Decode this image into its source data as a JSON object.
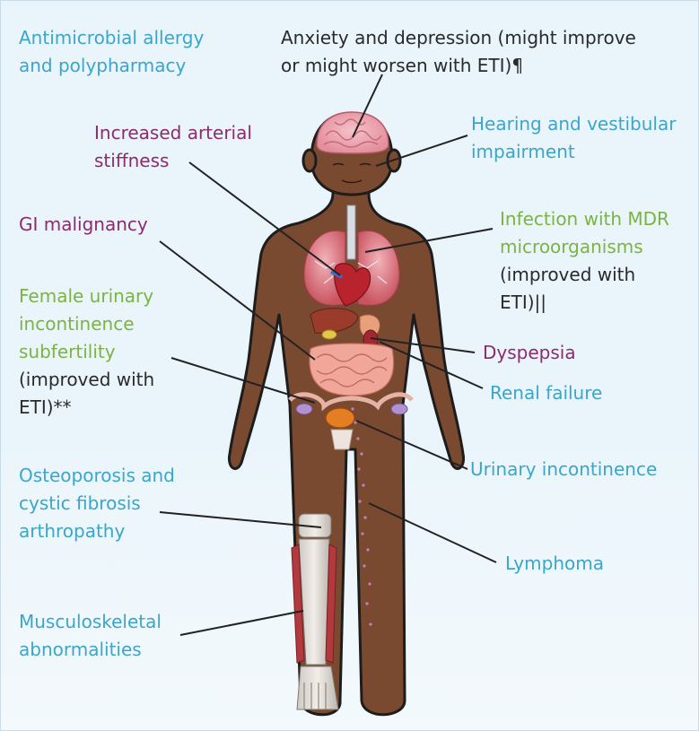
{
  "colors": {
    "blue_label": "#3aa6c9",
    "purple_label": "#8e2a6f",
    "green_label": "#7cb342",
    "black_label": "#2a2a2a",
    "background": "#e9f4fb",
    "skin": "#7a4a30"
  },
  "labels": {
    "antimicrobial": [
      "Antimicrobial allergy",
      "and polypharmacy"
    ],
    "anxiety": [
      "Anxiety and depression (might improve",
      "or might worsen with ETI)¶"
    ],
    "hearing": [
      "Hearing and vestibular",
      "impairment"
    ],
    "arterial": [
      "Increased arterial",
      "stiffness"
    ],
    "gi": [
      "GI malignancy"
    ],
    "infection": [
      "Infection with MDR",
      "microorganisms"
    ],
    "infection_note": [
      "(improved with",
      "ETI)||"
    ],
    "female": [
      "Female urinary",
      "incontinence",
      "subfertility"
    ],
    "female_note": [
      "(improved with",
      "ETI)**"
    ],
    "dyspepsia": [
      "Dyspepsia"
    ],
    "renal": [
      "Renal failure"
    ],
    "urinary": [
      "Urinary incontinence"
    ],
    "osteoporosis": [
      "Osteoporosis and",
      "cystic fibrosis",
      "arthropathy"
    ],
    "lymphoma": [
      "Lymphoma"
    ],
    "musculoskeletal": [
      "Musculoskeletal",
      "abnormalities"
    ]
  }
}
